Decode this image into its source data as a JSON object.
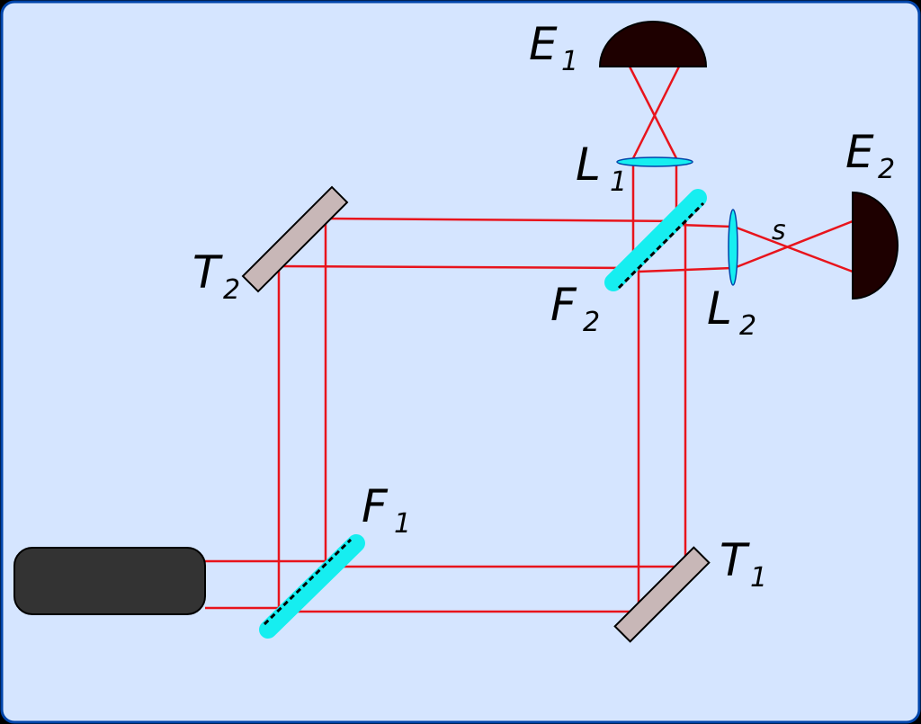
{
  "labels": {
    "e1": "E",
    "e1_sub": "1",
    "e2": "E",
    "e2_sub": "2",
    "l1": "L",
    "l1_sub": "1",
    "l2": "L",
    "l2_sub": "2",
    "t1": "T",
    "t1_sub": "1",
    "t2": "T",
    "t2_sub": "2",
    "f1": "F",
    "f1_sub": "1",
    "f2": "F",
    "f2_sub": "2",
    "s": "s"
  },
  "colors": {
    "background": "#d5e5ff",
    "border": "#0044aa",
    "beam": "#e8141c",
    "splitter": "#16eef0",
    "mirror": "#c8b7b7",
    "detector": "#1e0000",
    "laser": "#333333"
  },
  "icons": {
    "laser": "laser-source-icon",
    "detector": "half-disc-detector-icon",
    "mirror": "flat-mirror-icon",
    "splitter": "beam-splitter-icon",
    "lens": "convex-lens-icon"
  }
}
